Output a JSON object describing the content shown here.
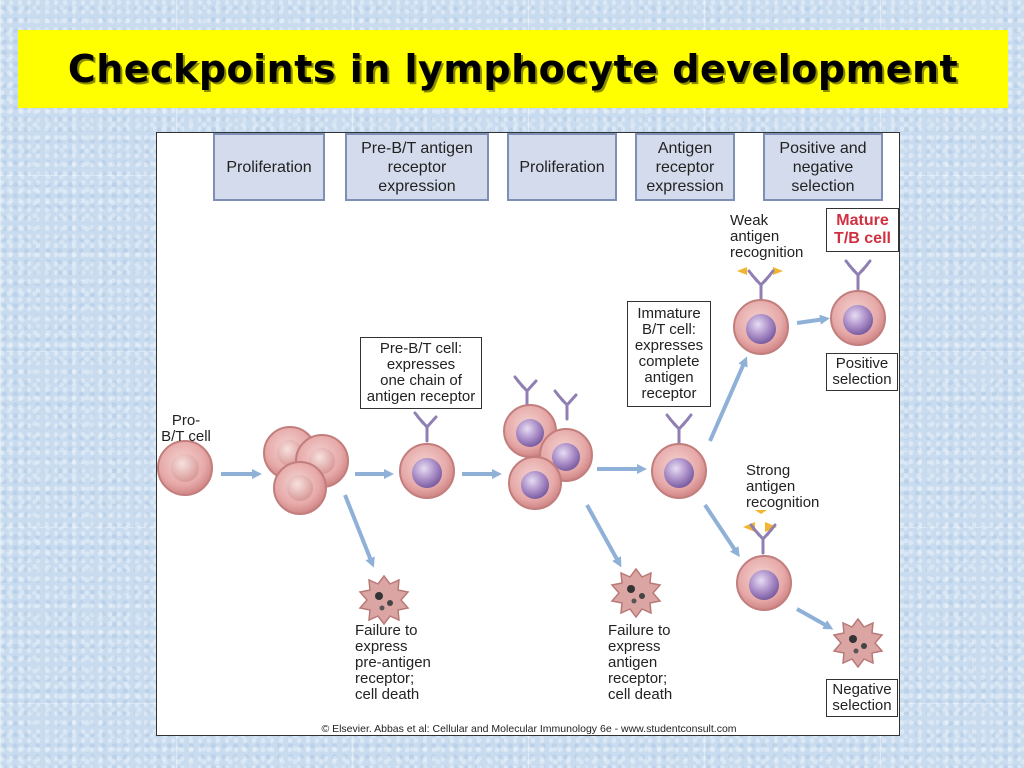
{
  "slide": {
    "title": "Checkpoints in lymphocyte development"
  },
  "diagram": {
    "stages": [
      "Proliferation",
      "Pre-B/T antigen\nreceptor\nexpression",
      "Proliferation",
      "Antigen\nreceptor\nexpression",
      "Positive and\nnegative\nselection"
    ],
    "cells": {
      "pro_bt": "Pro-\nB/T cell",
      "pre_bt": "Pre-B/T cell:\nexpresses\none chain of\nantigen receptor",
      "immature": "Immature\nB/T cell:\nexpresses\ncomplete\nantigen\nreceptor",
      "mature": "Mature\nT/B cell"
    },
    "recognition": {
      "weak": "Weak\nantigen\nrecognition",
      "strong": "Strong\nantigen\nrecognition"
    },
    "outcomes": {
      "failure_pre": "Failure to\nexpress\npre-antigen\nreceptor;\ncell death",
      "failure_antigen": "Failure to\nexpress\nantigen\nreceptor;\ncell death",
      "positive": "Positive\nselection",
      "negative": "Negative\nselection"
    },
    "credit": "© Elsevier. Abbas et al: Cellular and Molecular Immunology 6e - www.studentconsult.com"
  }
}
